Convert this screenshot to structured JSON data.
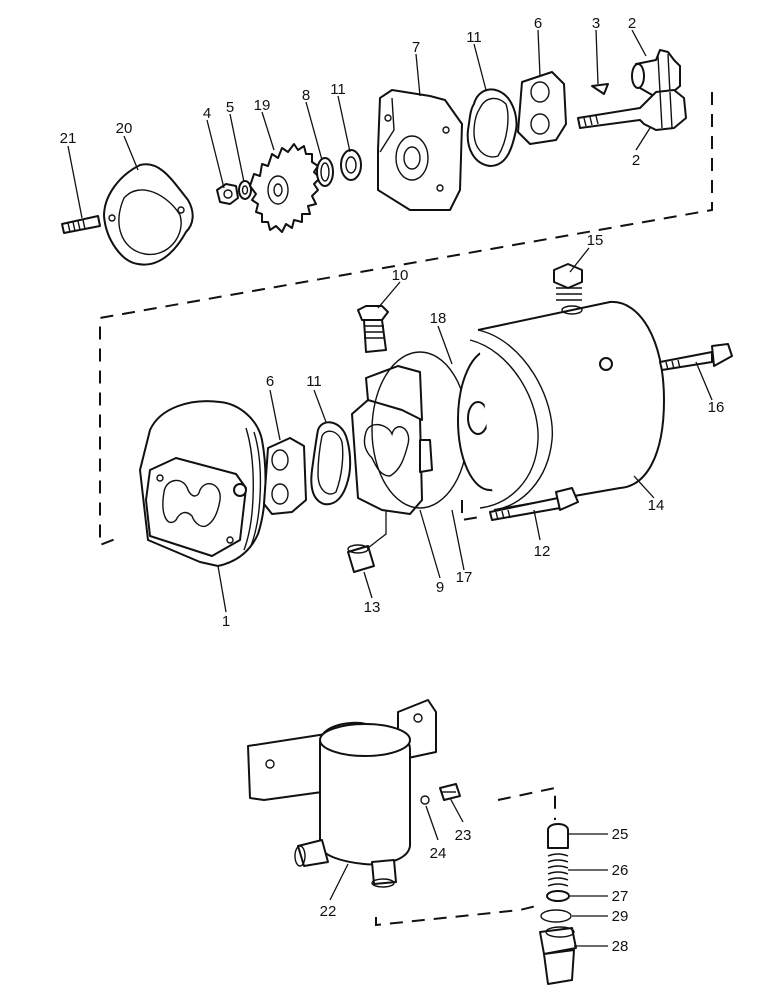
{
  "parts": {
    "p1": "1",
    "p2a": "2",
    "p2b": "2",
    "p3": "3",
    "p4": "4",
    "p5": "5",
    "p6a": "6",
    "p6b": "6",
    "p7": "7",
    "p8": "8",
    "p9": "9",
    "p10": "10",
    "p11a": "11",
    "p11b": "11",
    "p11c": "11",
    "p12": "12",
    "p13": "13",
    "p14": "14",
    "p15": "15",
    "p16": "16",
    "p17": "17",
    "p18": "18",
    "p19": "19",
    "p20": "20",
    "p21": "21",
    "p22": "22",
    "p23": "23",
    "p24": "24",
    "p25": "25",
    "p26": "26",
    "p27": "27",
    "p28": "28",
    "p29": "29"
  }
}
